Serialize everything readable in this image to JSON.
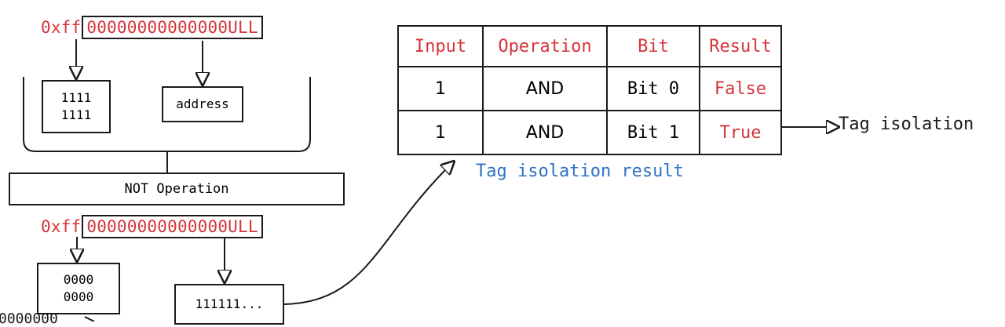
{
  "top_hex": {
    "prefix": "0xff",
    "boxed": "00000000000000ULL"
  },
  "top_tag_box": {
    "line1": "1111",
    "line2": "1111"
  },
  "top_address_box": "address",
  "not_operation": "NOT Operation",
  "bottom_hex": {
    "prefix": "0xff",
    "boxed": "00000000000000ULL"
  },
  "bottom_tag_box": {
    "line1": "0000",
    "line2": "0000"
  },
  "bottom_value_box": "111111...",
  "table": {
    "headers": [
      "Input",
      "Operation",
      "Bit",
      "Result"
    ],
    "rows": [
      [
        "1",
        "AND",
        "Bit 0",
        "False"
      ],
      [
        "1",
        "AND",
        "Bit 1",
        "True"
      ]
    ]
  },
  "table_caption": "Tag isolation result",
  "output_label": "Tag isolation",
  "colors": {
    "red": "#d6333a",
    "blue": "#2f72c4",
    "ink": "#1a1a1a"
  }
}
